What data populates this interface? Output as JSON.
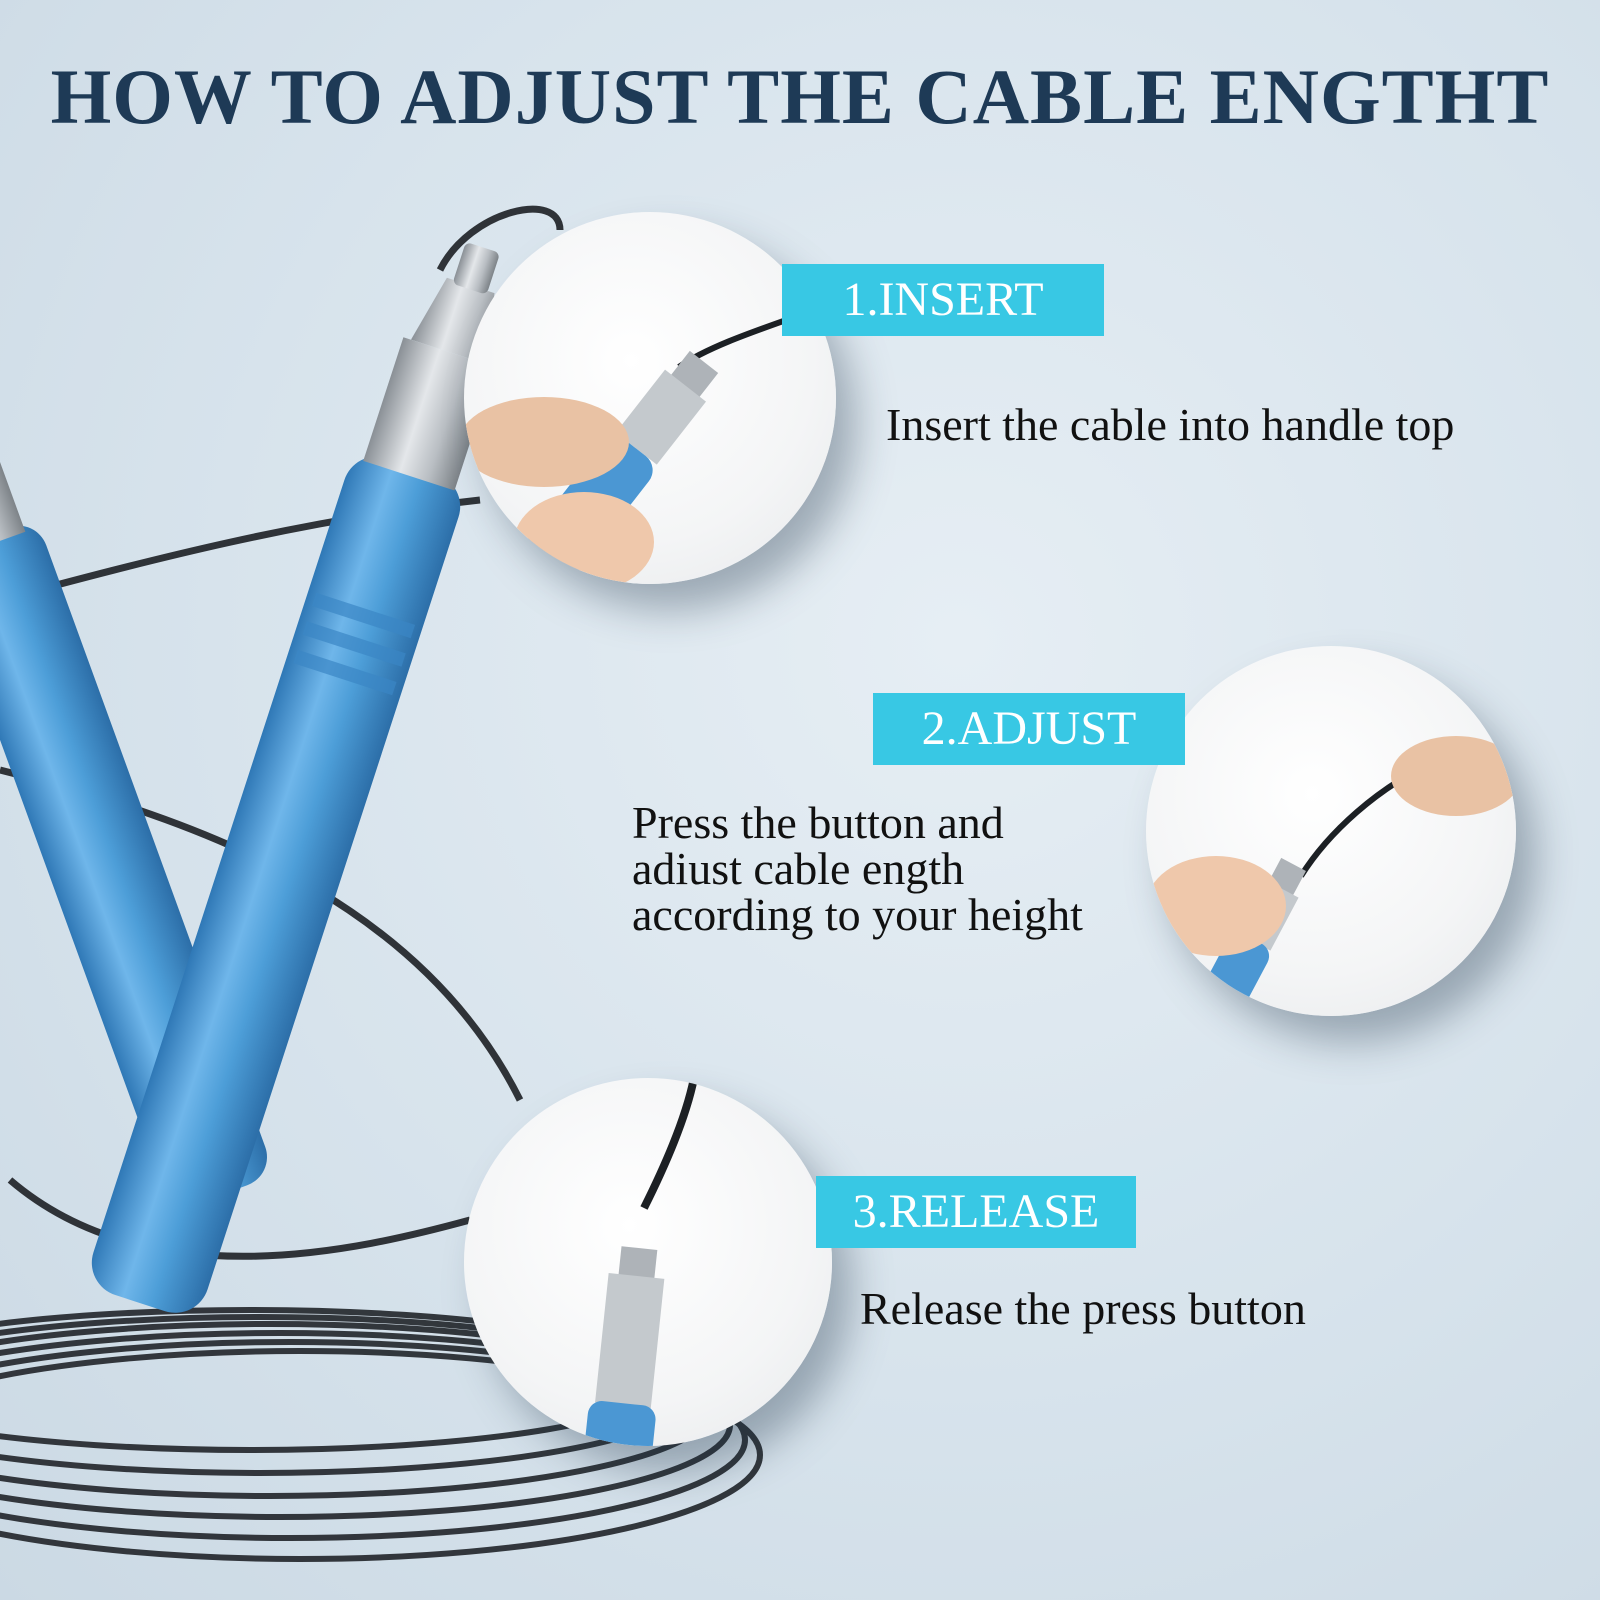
{
  "page": {
    "title": "HOW TO ADJUST THE CABLE ENGTHT"
  },
  "colors": {
    "title": "#1e3a56",
    "tag_background": "#38c8e4",
    "tag_text": "#ffffff",
    "handle_blue": "#4d9ed8",
    "cable": "#2a2e33",
    "metal": "#b9bec3"
  },
  "steps": [
    {
      "label": "1.INSERT",
      "description_lines": [
        "Insert the cable into handle top"
      ],
      "photo_icon": "insert-photo-icon"
    },
    {
      "label": "2.ADJUST",
      "description_lines": [
        "Press the button and",
        "adiust cable ength",
        "according to your height"
      ],
      "photo_icon": "adjust-photo-icon"
    },
    {
      "label": "3.RELEASE",
      "description_lines": [
        "Release the press button"
      ],
      "photo_icon": "release-photo-icon"
    }
  ],
  "product": {
    "icon": "jump-rope-handles-icon"
  }
}
